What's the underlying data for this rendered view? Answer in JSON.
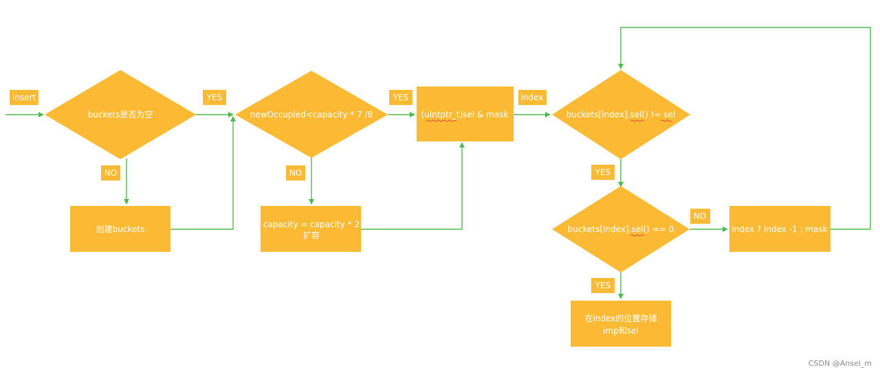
{
  "nodes": {
    "start_label": "insert",
    "check_empty": "buckets是否为空",
    "create_buckets": "创建buckets",
    "check_capacity": "newOccupied<capacity * 7 /8",
    "expand_line1": "capacity = capacity * 2",
    "expand_line2": "扩容",
    "hash_calc": "(uintptr_t)sel & mask",
    "check_sel_neq": "buckets[index].sel() != sel",
    "check_sel_zero": "buckets[index].sel() == 0",
    "next_index": "index ?   index -1 : mask",
    "store_line1": "在index的位置存储",
    "store_line2": "imp和sel"
  },
  "tags": {
    "yes_1": "YES",
    "no_1": "NO",
    "yes_2": "YES",
    "no_2": "NO",
    "index_tag": "index",
    "yes_3": "YES",
    "no_3": "NO",
    "yes_4": "YES"
  },
  "watermark": "CSDN @Ansel_m",
  "colors": {
    "shape_fill": "#fbba33",
    "connector": "#4fba4f",
    "text": "#ffffff",
    "spellcheck_underline": "#e24a3b"
  }
}
